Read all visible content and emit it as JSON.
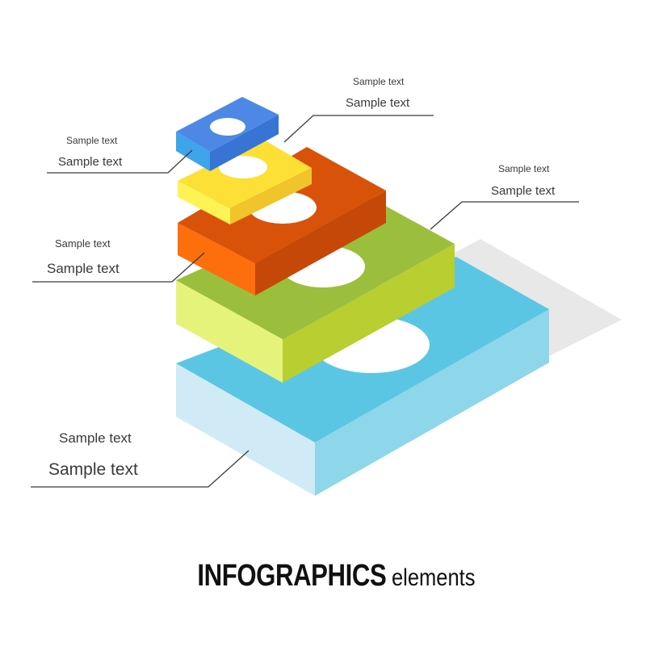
{
  "title": {
    "main": "INFOGRAPHICS",
    "sub": "elements"
  },
  "layers": [
    {
      "id": "blue-top",
      "top": "#4d88e6",
      "left": "#3ea4ec",
      "right": "#3774d4"
    },
    {
      "id": "yellow",
      "top": "#fde036",
      "left": "#fef355",
      "right": "#f0c52b"
    },
    {
      "id": "orange",
      "top": "#d9520a",
      "left": "#fd6e0c",
      "right": "#c64808"
    },
    {
      "id": "green",
      "top": "#9bbf3d",
      "left": "#e6f37b",
      "right": "#b8ce31"
    },
    {
      "id": "light-blue",
      "top": "#5bc6e4",
      "left": "#d0ebf6",
      "right": "#8ed6ea"
    }
  ],
  "labels": [
    {
      "id": "blue-top",
      "small": "Sample text",
      "large": "Sample text"
    },
    {
      "id": "yellow",
      "small": "Sample text",
      "large": "Sample text"
    },
    {
      "id": "orange",
      "small": "Sample text",
      "large": "Sample text"
    },
    {
      "id": "green",
      "small": "Sample text",
      "large": "Sample text"
    },
    {
      "id": "light-blue",
      "small": "Sample text",
      "large": "Sample text"
    }
  ],
  "colors": {
    "shadow": "#e8e8e8",
    "leader_line": "#3a3a3a",
    "hole": "#ffffff"
  }
}
